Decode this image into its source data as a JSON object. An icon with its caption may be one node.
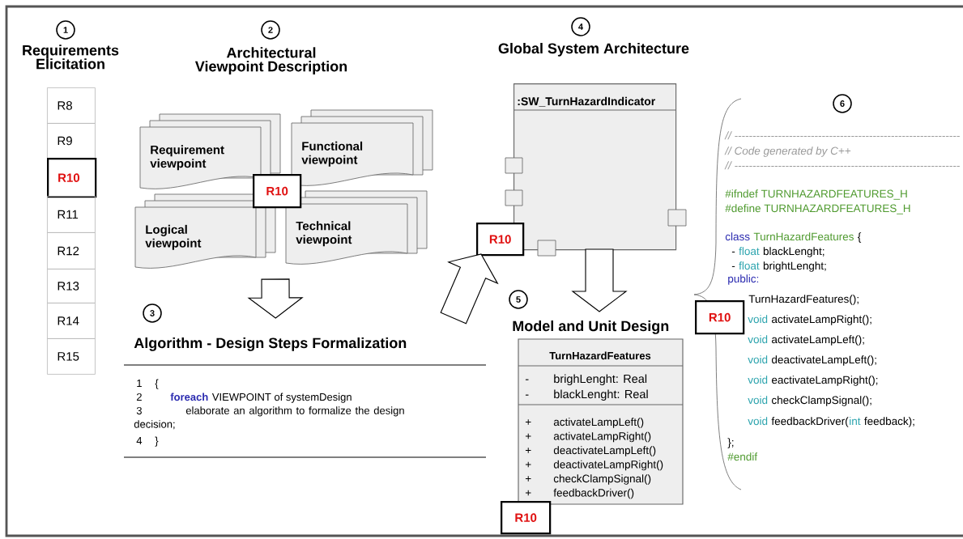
{
  "diagram": {
    "nodes": [
      {
        "text": [
          "1"
        ]
      },
      {
        "text": [
          "R8"
        ]
      },
      {
        "text": [
          "R9"
        ]
      },
      {
        "text": [
          "R10"
        ]
      },
      {
        "text": [
          "R11"
        ]
      },
      {
        "text": [
          "R12"
        ]
      },
      {
        "text": [
          "R13"
        ]
      },
      {
        "text": [
          "R14"
        ]
      },
      {
        "text": [
          "R15"
        ]
      },
      {
        "text": [
          "2"
        ]
      },
      {
        "text": [
          "Requirement viewpoint"
        ]
      },
      {
        "text": [
          "Functional viewpoint"
        ]
      },
      {
        "text": [
          "Logical viewpoint"
        ]
      },
      {
        "text": [
          "Technical viewpoint"
        ]
      },
      {
        "text": [
          "R10"
        ]
      },
      {
        "text": [
          "3"
        ]
      },
      {
        "text": [
          "Algorithm - Design Steps Formalization",
          "1",
          "{",
          "2",
          "foreach",
          "VIEWPOINT of systemDesign",
          "3",
          "elaborate an algorithm to formalize the design decision;",
          "4",
          "}"
        ]
      },
      {
        "text": [
          "4"
        ]
      },
      {
        "text": [
          ":SW_TurnHazardIndicator"
        ]
      },
      {
        "text": [
          "R10"
        ]
      },
      {
        "text": [
          "5"
        ]
      },
      {
        "text": [
          "Model and Unit Design",
          "TurnHazardFeatures",
          "-",
          "brighLenght: Real",
          "-",
          "blackLenght: Real",
          "+",
          "activateLampLeft()",
          "+",
          "activateLampRight()",
          "+",
          "deactivateLampLeft()",
          "+",
          "deactivateLampRight()",
          "+",
          "checkClampSignal()",
          "+",
          "feedbackDriver()"
        ]
      },
      {
        "text": [
          "R10"
        ]
      },
      {
        "text": [
          "6"
        ]
      },
      {
        "text": [
          "R10"
        ]
      }
    ],
    "edges": [
      {
        "from": null,
        "to": 16,
        "arrow": "to"
      },
      {
        "from": 16,
        "to": 19,
        "arrow": "to"
      },
      {
        "from": 18,
        "to": 21,
        "arrow": "to"
      }
    ],
    "labels": [
      "Requirements Elicitation",
      "Architectural Viewpoint Description",
      "Global System Architecture",
      "// --------------------------------------------------------------",
      "// Code generated by C++",
      "// --------------------------------------------------------------",
      "#ifndef TURNHAZARDFEATURES_H",
      "#define TURNHAZARDFEATURES_H",
      "class",
      "TurnHazardFeatures",
      "{",
      "-",
      "float",
      "blackLenght;",
      "-",
      "float",
      "brightLenght;",
      "public:",
      "TurnHazardFeatures();",
      "void",
      "activateLampRight();",
      "void",
      "activateLampLeft();",
      "void",
      "deactivateLampLeft();",
      "void",
      "eactivateLampRight();",
      "void",
      "checkClampSignal();",
      "void",
      "feedbackDriver(",
      "int",
      "feedback);",
      "};",
      "#endif"
    ]
  }
}
